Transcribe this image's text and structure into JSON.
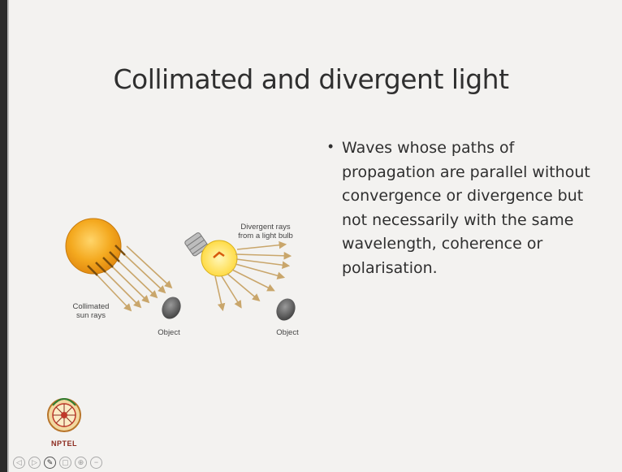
{
  "slide": {
    "title": "Collimated and divergent light",
    "bullet": "Waves whose paths of propagation are parallel without convergence or divergence but not necessarily with the same wavelength, coherence or polarisation."
  },
  "figure": {
    "collimated_label": "Collimated sun rays",
    "object_label_1": "Object",
    "divergent_label": "Divergent rays from a light bulb",
    "object_label_2": "Object"
  },
  "logo": {
    "text": "NPTEL",
    "icon": "nptel-logo"
  },
  "nav": {
    "buttons": [
      "prev-icon",
      "next-icon",
      "pen-icon",
      "slides-icon",
      "zoom-icon",
      "minus-icon"
    ],
    "glyphs": [
      "◁",
      "▷",
      "✎",
      "▢",
      "⊕",
      "−"
    ]
  },
  "colors": {
    "sun": "#f2a51c",
    "ray": "#c9a66b",
    "bulb": "#ffe36b",
    "text": "#2f2f2f"
  }
}
